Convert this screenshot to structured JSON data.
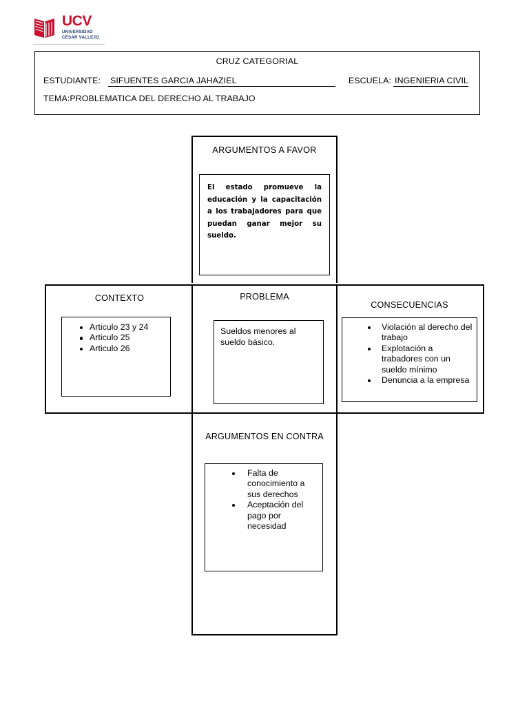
{
  "logo": {
    "mark": "book-icon",
    "initials": "UCV",
    "line1": "UNIVERSIDAD",
    "line2": "CÉSAR VALLEJO",
    "colors": {
      "red": "#c8102e",
      "navy": "#1b3a6b"
    }
  },
  "header": {
    "title": "CRUZ CATEGORIAL",
    "estudiante_label": "ESTUDIANTE:",
    "estudiante_value": "SIFUENTES GARCIA JAHAZIEL",
    "escuela_label": "ESCUELA:",
    "escuela_value": "INGENIERIA CIVIL",
    "tema_label": "TEMA:",
    "tema_value": "PROBLEMATICA DEL DERECHO AL TRABAJO"
  },
  "cross": {
    "favor": {
      "title": "ARGUMENTOS  A FAVOR",
      "text": "El estado promueve la educación y la capacitación a los trabajadores para que puedan ganar mejor su sueldo."
    },
    "contexto": {
      "title": "CONTEXTO",
      "items": [
        "Articulo 23 y 24",
        "Articulo 25",
        "Articulo 26"
      ]
    },
    "problema": {
      "title": "PROBLEMA",
      "text": "Sueldos menores al sueldo básico."
    },
    "consecuencias": {
      "title": "CONSECUENCIAS",
      "items": [
        "Violación al derecho del trabajo",
        "Explotación a trabadores con un sueldo mínimo",
        "Denuncia a la empresa"
      ]
    },
    "contra": {
      "title": "ARGUMENTOS EN CONTRA",
      "items": [
        "Falta de conocimiento a sus derechos",
        "Aceptación del pago por necesidad"
      ]
    }
  }
}
